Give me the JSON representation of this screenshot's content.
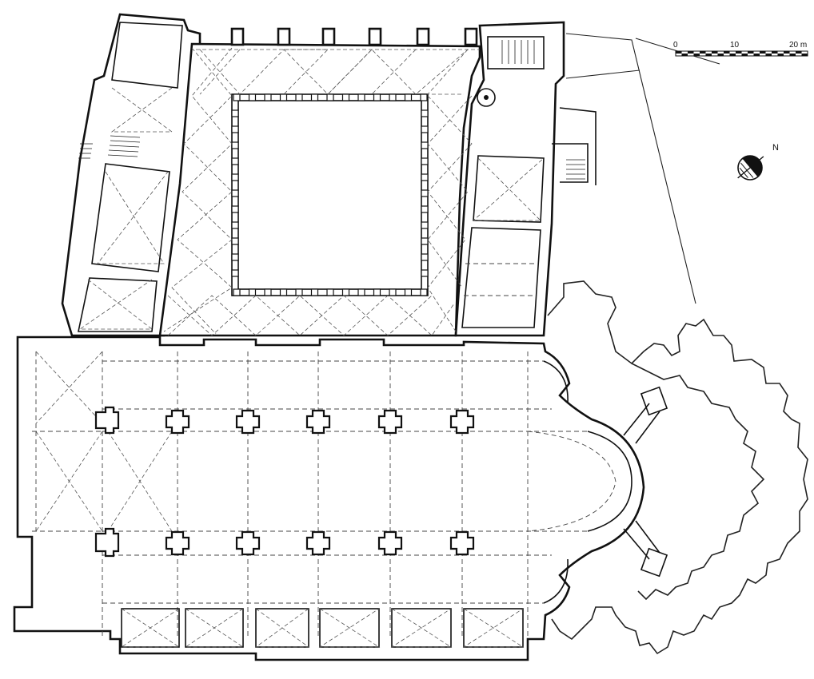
{
  "scale_bar": {
    "labels": [
      "0",
      "10",
      "20 m"
    ]
  },
  "north_arrow": {
    "label": "N",
    "icon": "north-arrow-icon"
  }
}
